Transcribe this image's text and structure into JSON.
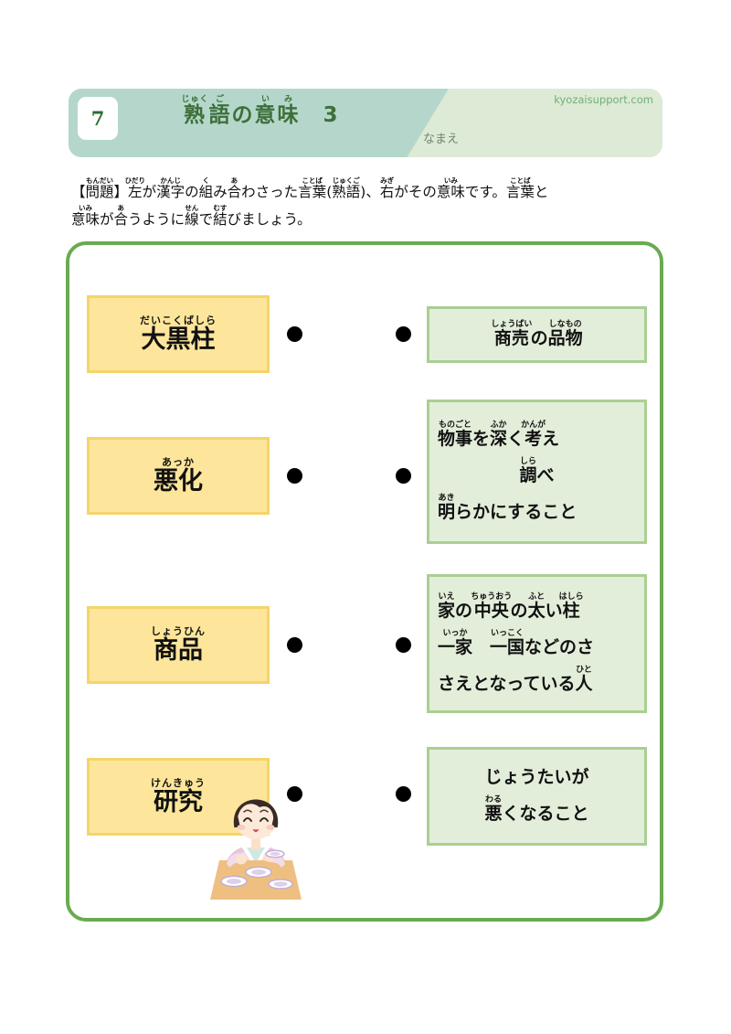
{
  "header": {
    "number": "7",
    "title": [
      {
        "b": "熟",
        "r": "じゅく"
      },
      {
        "b": "語",
        "r": "ご"
      },
      {
        "b": "の",
        "r": ""
      },
      {
        "b": "意",
        "r": "い"
      },
      {
        "b": "味",
        "r": "み"
      },
      {
        "b": "　3",
        "r": ""
      }
    ],
    "name_label": "なまえ",
    "site": "kyozaisupport.com"
  },
  "problem": {
    "line1": [
      {
        "b": "【",
        "r": ""
      },
      {
        "b": "問題",
        "r": "もんだい"
      },
      {
        "b": "】",
        "r": ""
      },
      {
        "b": "左",
        "r": "ひだり"
      },
      {
        "b": "が",
        "r": ""
      },
      {
        "b": "漢字",
        "r": "かんじ"
      },
      {
        "b": "の",
        "r": ""
      },
      {
        "b": "組",
        "r": "く"
      },
      {
        "b": "み",
        "r": ""
      },
      {
        "b": "合",
        "r": "あ"
      },
      {
        "b": "わさった",
        "r": ""
      },
      {
        "b": "言葉",
        "r": "ことば"
      },
      {
        "b": "(",
        "r": ""
      },
      {
        "b": "熟語",
        "r": "じゅくご"
      },
      {
        "b": ")、",
        "r": ""
      },
      {
        "b": "右",
        "r": "みぎ"
      },
      {
        "b": "がその",
        "r": ""
      },
      {
        "b": "意味",
        "r": "いみ"
      },
      {
        "b": "です。",
        "r": ""
      },
      {
        "b": "言葉",
        "r": "ことば"
      },
      {
        "b": "と",
        "r": ""
      }
    ],
    "line2": [
      {
        "b": "意味",
        "r": "いみ"
      },
      {
        "b": "が",
        "r": ""
      },
      {
        "b": "合",
        "r": "あ"
      },
      {
        "b": "うように",
        "r": ""
      },
      {
        "b": "線",
        "r": "せん"
      },
      {
        "b": "で",
        "r": ""
      },
      {
        "b": "結",
        "r": "むす"
      },
      {
        "b": "びましょう。",
        "r": ""
      }
    ]
  },
  "matching": {
    "words": [
      {
        "text": [
          {
            "b": "大黒柱",
            "r": "だいこくばしら"
          }
        ]
      },
      {
        "text": [
          {
            "b": "悪化",
            "r": "あっか"
          }
        ]
      },
      {
        "text": [
          {
            "b": "商品",
            "r": "しょうひん"
          }
        ]
      },
      {
        "text": [
          {
            "b": "研究",
            "r": "けんきゅう"
          }
        ]
      }
    ],
    "meanings": [
      {
        "lines": [
          [
            {
              "b": "商売",
              "r": "しょうばい"
            },
            {
              "b": "の",
              "r": ""
            },
            {
              "b": "品物",
              "r": "しなもの"
            }
          ]
        ]
      },
      {
        "lines": [
          [
            {
              "b": "物事",
              "r": "ものごと"
            },
            {
              "b": "を",
              "r": ""
            },
            {
              "b": "深",
              "r": "ふか"
            },
            {
              "b": "く",
              "r": ""
            },
            {
              "b": "考",
              "r": "かんが"
            },
            {
              "b": "え",
              "r": ""
            }
          ],
          [
            {
              "b": "調",
              "r": "しら"
            },
            {
              "b": "べ",
              "r": ""
            }
          ],
          [
            {
              "b": "明",
              "r": "あき"
            },
            {
              "b": "らかにすること",
              "r": ""
            }
          ]
        ]
      },
      {
        "lines": [
          [
            {
              "b": "家",
              "r": "いえ"
            },
            {
              "b": "の",
              "r": ""
            },
            {
              "b": "中央",
              "r": "ちゅうおう"
            },
            {
              "b": "の",
              "r": ""
            },
            {
              "b": "太",
              "r": "ふと"
            },
            {
              "b": "い",
              "r": ""
            },
            {
              "b": "柱",
              "r": "はしら"
            }
          ],
          [
            {
              "b": "一家",
              "r": "いっか"
            },
            {
              "b": "　",
              "r": ""
            },
            {
              "b": "一国",
              "r": "いっこく"
            },
            {
              "b": "などのさ",
              "r": ""
            }
          ],
          [
            {
              "b": "さえとなっている",
              "r": ""
            },
            {
              "b": "人",
              "r": "ひと"
            }
          ]
        ]
      },
      {
        "lines": [
          [
            {
              "b": "じょうたいが",
              "r": ""
            }
          ],
          [
            {
              "b": "悪",
              "r": "わる"
            },
            {
              "b": "くなること",
              "r": ""
            }
          ]
        ]
      }
    ]
  },
  "colors": {
    "header_teal": "#b5d7cb",
    "header_green": "#dcead6",
    "title_green": "#3e6f3a",
    "board_border": "#6aaa50",
    "word_fill": "#fde69b",
    "word_border": "#f5d469",
    "meaning_fill": "#e3eeda",
    "meaning_border": "#aacf92",
    "dot": "#000000"
  },
  "illustration": {
    "name": "child-eating-at-table"
  }
}
